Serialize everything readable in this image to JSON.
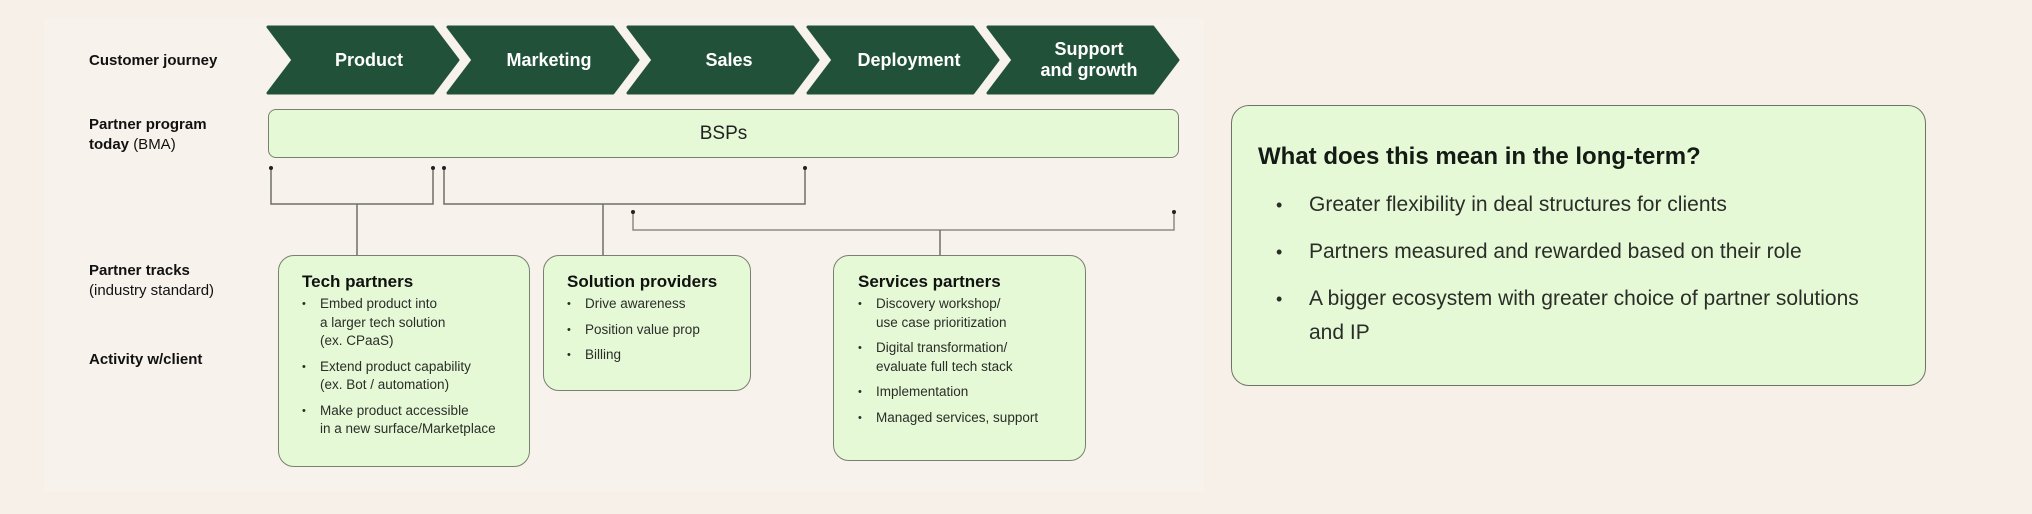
{
  "row_labels": {
    "customer_journey": "Customer journey",
    "partner_program_bold": "Partner program",
    "partner_program_bold2": "today",
    "partner_program_light": "(BMA)",
    "partner_tracks_bold": "Partner tracks",
    "partner_tracks_light": "(industry standard)",
    "activity": "Activity w/client"
  },
  "journey_stages": [
    "Product",
    "Marketing",
    "Sales",
    "Deployment",
    "Support\nand growth"
  ],
  "partner_program": {
    "label": "BSPs"
  },
  "tracks": [
    {
      "title": "Tech partners",
      "items": [
        "Embed product into\na larger tech solution\n(ex. CPaaS)",
        "Extend product capability\n(ex. Bot / automation)",
        "Make product accessible\nin a new surface/Marketplace"
      ]
    },
    {
      "title": "Solution providers",
      "items": [
        "Drive awareness",
        "Position value prop",
        "Billing"
      ]
    },
    {
      "title": "Services partners",
      "items": [
        "Discovery workshop/\nuse case prioritization",
        "Digital transformation/\nevaluate full tech stack",
        "Implementation",
        "Managed services, support"
      ]
    }
  ],
  "insight": {
    "title": "What does this mean in the long-term?",
    "items": [
      "Greater flexibility in deal structures for clients",
      "Partners measured and rewarded based on their role",
      "A bigger ecosystem with greater choice of partner solutions and IP"
    ]
  },
  "colors": {
    "chevron": "#22513a",
    "box_fill": "#e6f9d7",
    "background": "#f6f0e8",
    "connector": "#6f6f66"
  }
}
